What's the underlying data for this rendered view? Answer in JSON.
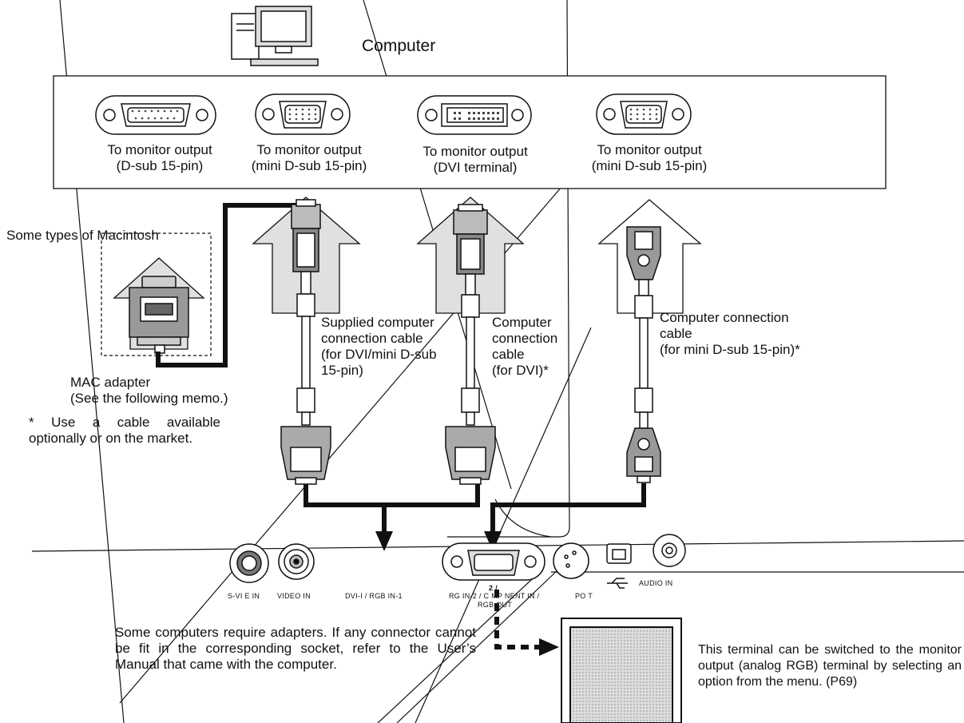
{
  "computer_label": "Computer",
  "ports": [
    {
      "label": "To monitor output",
      "sub": "(D-sub 15-pin)"
    },
    {
      "label": "To monitor output",
      "sub": "(mini D-sub 15-pin)"
    },
    {
      "label": "To monitor output",
      "sub": "(DVI terminal)"
    },
    {
      "label": "To monitor output",
      "sub": "(mini D-sub 15-pin)"
    }
  ],
  "mac": {
    "title": "Some types of Macintosh",
    "adapter_line1": "MAC adapter",
    "adapter_line2": "(See the following memo.)"
  },
  "cables": {
    "supplied": [
      "Supplied computer",
      "connection cable",
      "(for DVI/mini D-sub",
      "15-pin)"
    ],
    "dvi": [
      "Computer",
      "connection",
      "cable",
      "(for DVI)*"
    ],
    "mini": [
      "Computer connection",
      "cable",
      "(for mini D-sub 15-pin)*"
    ]
  },
  "footnote": "* Use a cable available optionally or on the market.",
  "panel": {
    "svideo": "S-VI E IN",
    "video": "VIDEO IN",
    "dvi_rgb": "DVI-I / RGB IN-1",
    "rgb2_top": "2 / ",
    "rgb2": "RG IN-2 / C MP NENT IN /",
    "rgb_out": "RGB OUT",
    "port": "PO T",
    "audio": "AUDIO IN"
  },
  "adapter_note": "Some computers require adapters. If any connector cannot be fit in the corresponding socket, refer to the User’s Manual that came with the computer.",
  "switch_note": "This terminal can be switched to the monitor output (analog RGB) terminal by selecting an option from the menu. (P69)"
}
